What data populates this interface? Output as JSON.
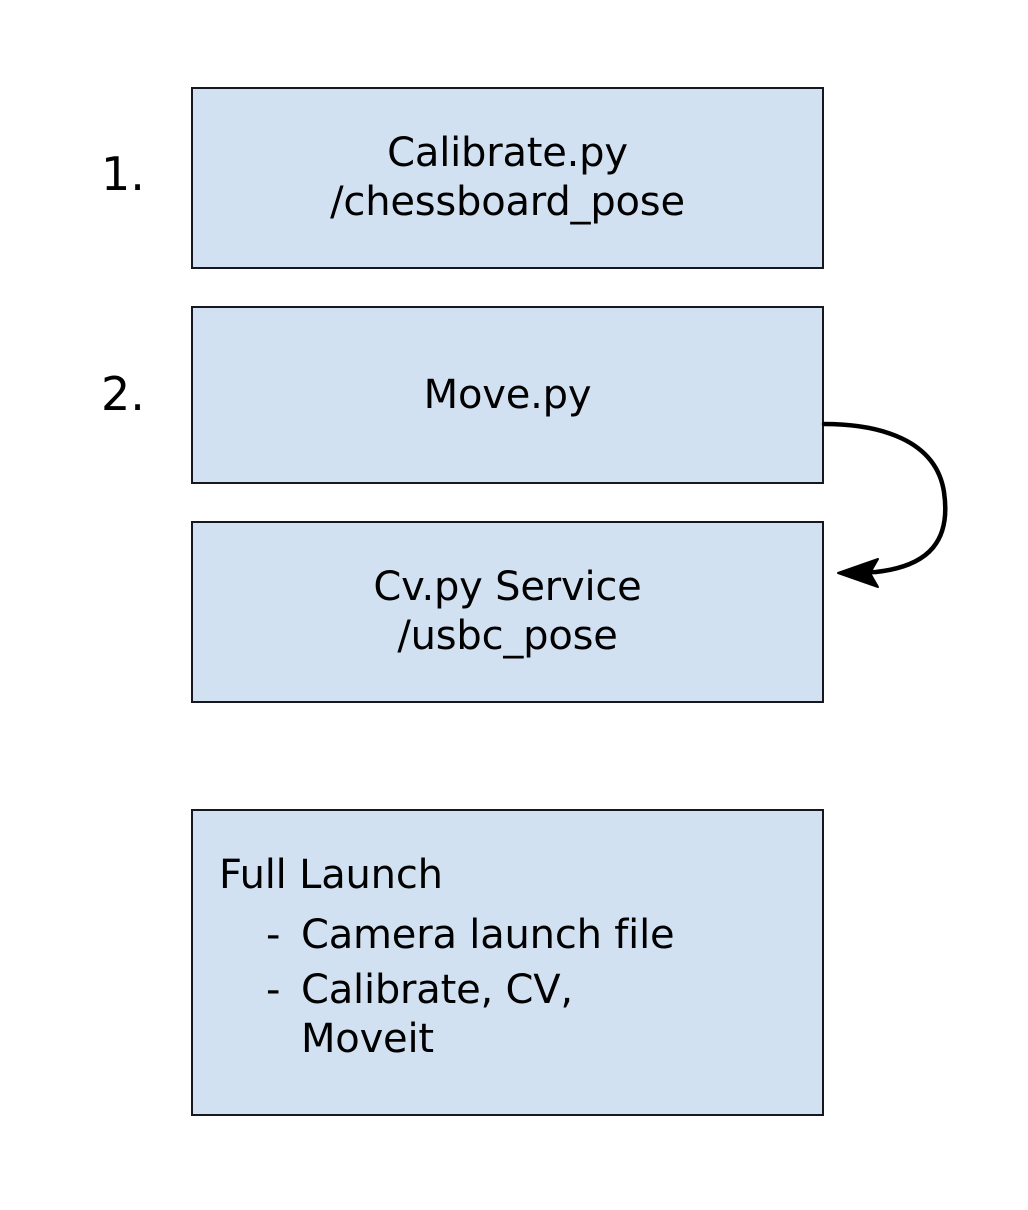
{
  "diagram": {
    "title": "ROS node launch sequence diagram",
    "background_color": "#ffffff",
    "node_fill_color": "#d2e1f2",
    "node_border_color": "#17171f",
    "text_color": "#000000",
    "steps": [
      {
        "number": "1.",
        "for_node": "calibrate"
      },
      {
        "number": "2.",
        "for_node": "move"
      }
    ],
    "nodes": {
      "calibrate": {
        "line1": "Calibrate.py",
        "line2": "/chessboard_pose"
      },
      "move": {
        "line1": "Move.py"
      },
      "cv": {
        "line1": "Cv.py Service",
        "line2": "/usbc_pose"
      },
      "launch": {
        "title": "Full Launch",
        "items": [
          {
            "dash": "-",
            "text": "Camera launch file"
          },
          {
            "dash": "-",
            "text": "Calibrate, CV,\nMoveit"
          }
        ]
      }
    },
    "connectors": [
      {
        "name": "move-to-cv-arrow",
        "from": "move",
        "to": "cv",
        "style": "curved",
        "arrowhead": "left"
      }
    ]
  }
}
